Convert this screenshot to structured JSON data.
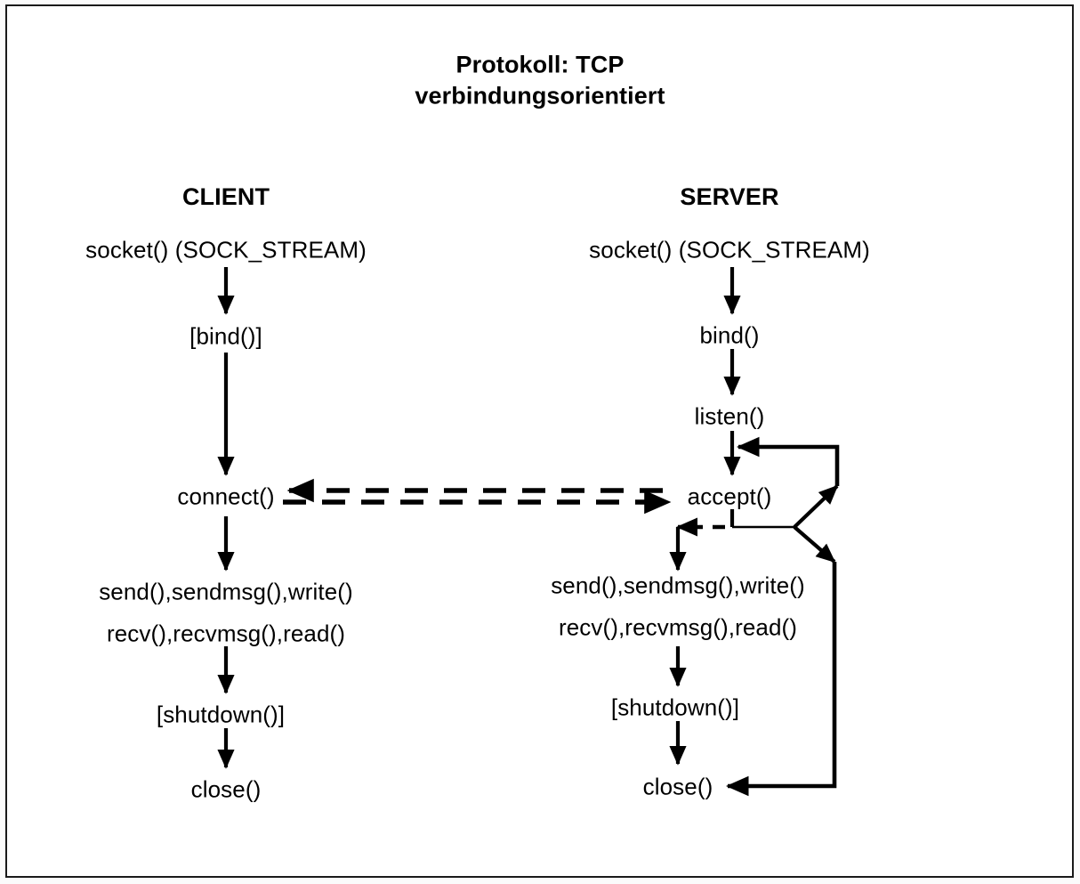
{
  "diagram": {
    "title_line1": "Protokoll: TCP",
    "title_line2": "verbindungsorientiert",
    "stroke_color": "#000000",
    "background_color": "#ffffff",
    "border_color": "#1a1a1a"
  },
  "client": {
    "header": "CLIENT",
    "steps": {
      "socket": "socket() (SOCK_STREAM)",
      "bind": "[bind()]",
      "connect": "connect()",
      "send": "send(),sendmsg(),write()",
      "recv": "recv(),recvmsg(),read()",
      "shutdown": "[shutdown()]",
      "close": "close()"
    }
  },
  "server": {
    "header": "SERVER",
    "steps": {
      "socket": "socket() (SOCK_STREAM)",
      "bind": "bind()",
      "listen": "listen()",
      "accept": "accept()",
      "send": "send(),sendmsg(),write()",
      "recv": "recv(),recvmsg(),read()",
      "shutdown": "[shutdown()]",
      "close": "close()"
    }
  },
  "connections": {
    "handshake_label": "",
    "handshake_style": "dashed-bidirectional"
  }
}
